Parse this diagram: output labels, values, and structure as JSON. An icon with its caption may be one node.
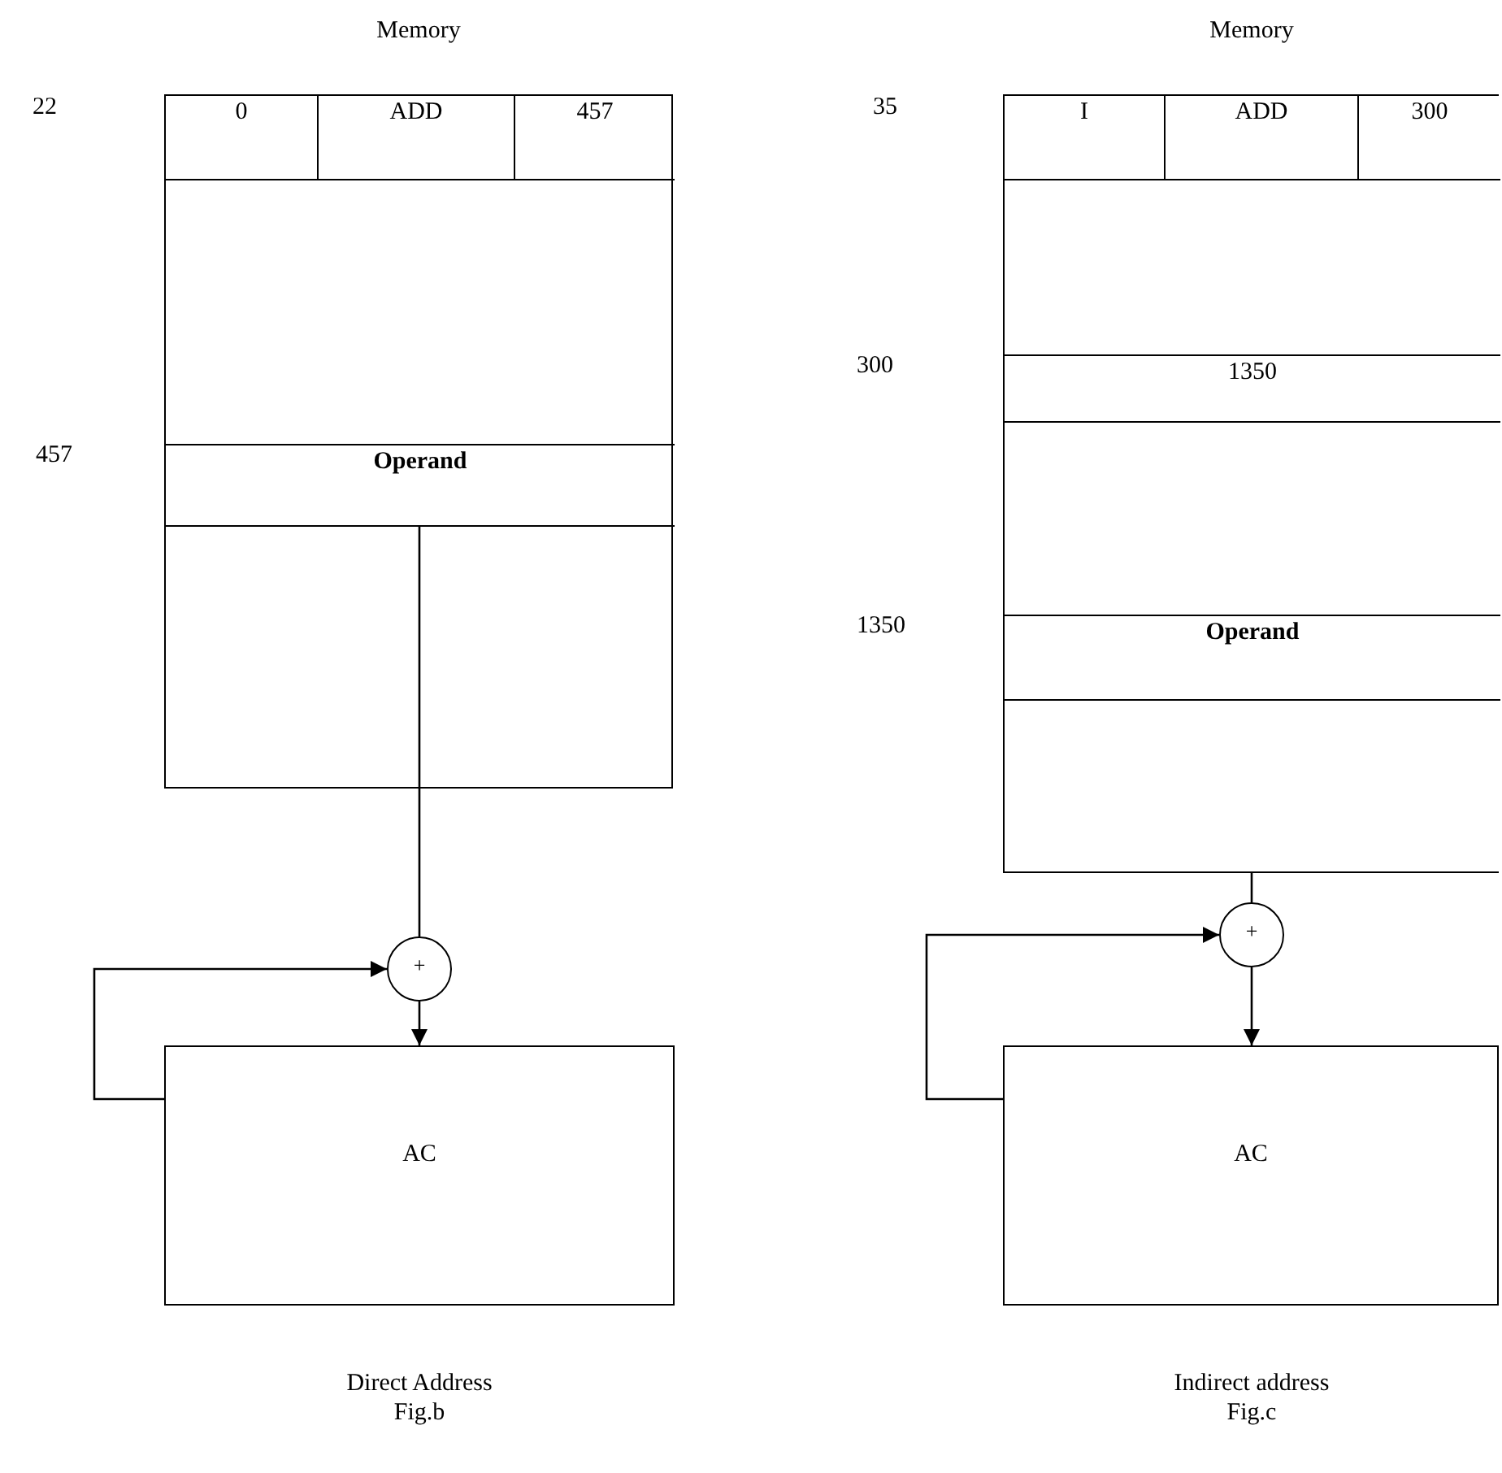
{
  "diagram": {
    "nodes": [
      {
        "text": [
          "Memory"
        ]
      },
      {
        "text": [
          "0"
        ],
        "in": 0
      },
      {
        "text": [
          "ADD"
        ],
        "in": 0
      },
      {
        "text": [
          "457"
        ],
        "in": 0
      },
      {
        "text": [
          "Operand"
        ],
        "in": 0
      },
      {
        "text": [
          "+"
        ]
      },
      {
        "text": [
          "AC"
        ]
      },
      {
        "text": [
          "Memory"
        ]
      },
      {
        "text": [
          "I"
        ],
        "in": 7
      },
      {
        "text": [
          "ADD"
        ],
        "in": 7
      },
      {
        "text": [
          "300"
        ],
        "in": 7
      },
      {
        "text": [
          "1350"
        ],
        "in": 7
      },
      {
        "text": [
          "Operand"
        ],
        "in": 7
      },
      {
        "text": [
          "+"
        ]
      },
      {
        "text": [
          "AC"
        ]
      }
    ],
    "edges": [
      {
        "from": 4,
        "to": 5,
        "arrow": "none"
      },
      {
        "from": 5,
        "to": 6,
        "arrow": "to"
      },
      {
        "from": 6,
        "to": 5,
        "arrow": "to"
      },
      {
        "from": 7,
        "to": 13,
        "arrow": "none"
      },
      {
        "from": 13,
        "to": 14,
        "arrow": "to"
      },
      {
        "from": 14,
        "to": 13,
        "arrow": "to"
      }
    ],
    "labels": [
      "22",
      "35",
      "300",
      "457",
      "1350",
      "Direct Address Fig.b",
      "Indirect address Fig.c"
    ]
  }
}
